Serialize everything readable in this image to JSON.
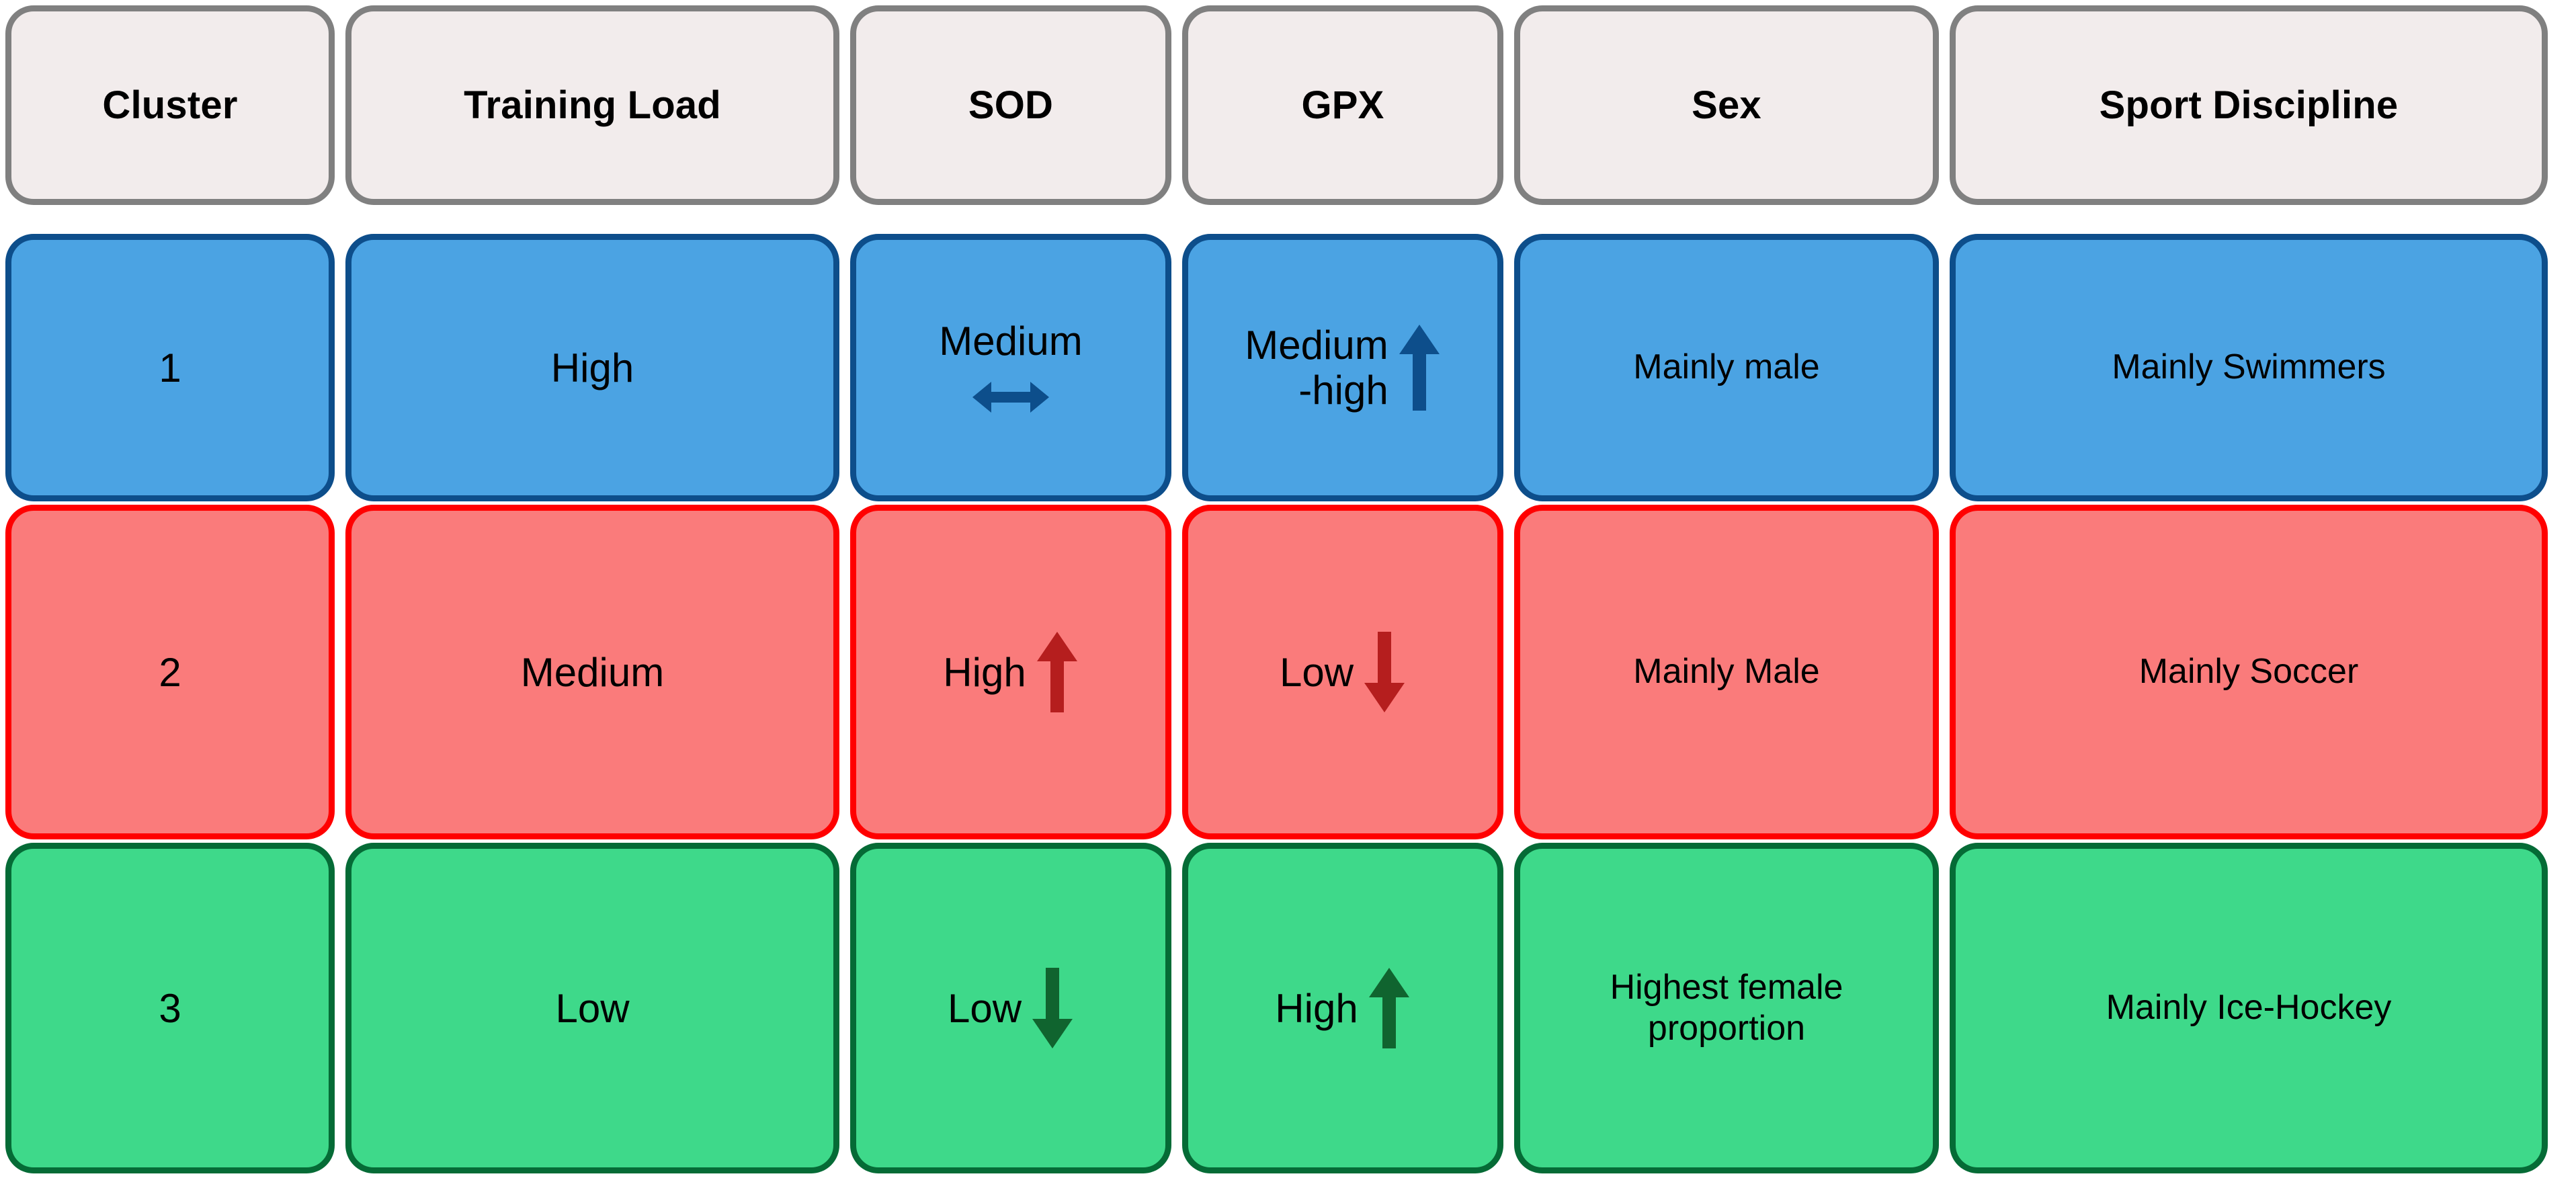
{
  "table": {
    "columns": [
      {
        "key": "cluster",
        "label": "Cluster"
      },
      {
        "key": "training_load",
        "label": "Training Load"
      },
      {
        "key": "sod",
        "label": "SOD"
      },
      {
        "key": "gpx",
        "label": "GPX"
      },
      {
        "key": "sex",
        "label": "Sex"
      },
      {
        "key": "sport_discipline",
        "label": "Sport Discipline"
      }
    ],
    "rows": [
      {
        "cluster": "1",
        "training_load": "High",
        "sod": "Medium",
        "sod_trend": "arrow-left-right-icon",
        "gpx": "Medium\n-high",
        "gpx_trend": "arrow-up-icon",
        "sex": "Mainly male",
        "sport_discipline": "Mainly Swimmers",
        "fill_color": "#4BA3E3",
        "border_color": "#0D4E8B",
        "arrow_color": "#0D4E8B"
      },
      {
        "cluster": "2",
        "training_load": "Medium",
        "sod": "High",
        "sod_trend": "arrow-up-icon",
        "gpx": "Low",
        "gpx_trend": "arrow-down-icon",
        "sex": "Mainly Male",
        "sport_discipline": "Mainly Soccer",
        "fill_color": "#FA7B7B",
        "border_color": "#FF0000",
        "arrow_color": "#B51E1E"
      },
      {
        "cluster": "3",
        "training_load": "Low",
        "sod": "Low",
        "sod_trend": "arrow-down-icon",
        "gpx": "High",
        "gpx_trend": "arrow-up-icon",
        "sex": "Highest female\nproportion",
        "sport_discipline": "Mainly Ice-Hockey",
        "fill_color": "#3ED98A",
        "border_color": "#056B36",
        "arrow_color": "#10642F"
      }
    ],
    "header_style": {
      "fill_color": "#F2ECEC",
      "border_color": "#808080",
      "text_color": "#000000"
    }
  }
}
